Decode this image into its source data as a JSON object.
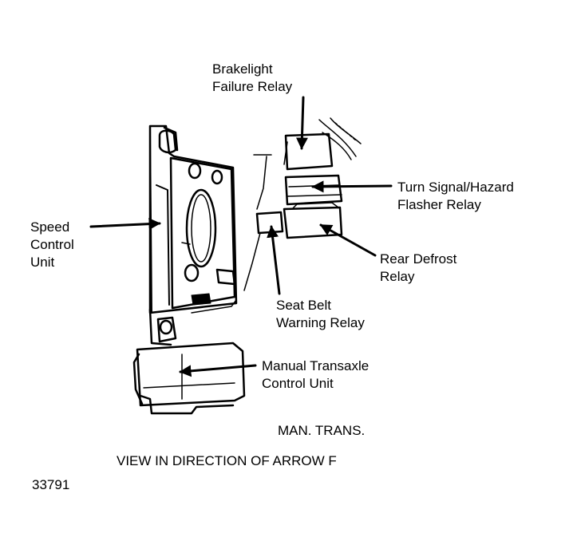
{
  "labels": {
    "brakelight": {
      "line1": "Brakelight",
      "line2": "Failure Relay"
    },
    "turn_signal": {
      "line1": "Turn Signal/Hazard",
      "line2": "Flasher Relay"
    },
    "speed_control": {
      "line1": "Speed",
      "line2": "Control",
      "line3": "Unit"
    },
    "rear_defrost": {
      "line1": "Rear Defrost",
      "line2": "Relay"
    },
    "seat_belt": {
      "line1": "Seat Belt",
      "line2": "Warning Relay"
    },
    "manual_transaxle": {
      "line1": "Manual Transaxle",
      "line2": "Control Unit"
    }
  },
  "caption": {
    "trans": "MAN. TRANS.",
    "view": "VIEW IN DIRECTION OF ARROW F",
    "figure_number": "33791"
  }
}
